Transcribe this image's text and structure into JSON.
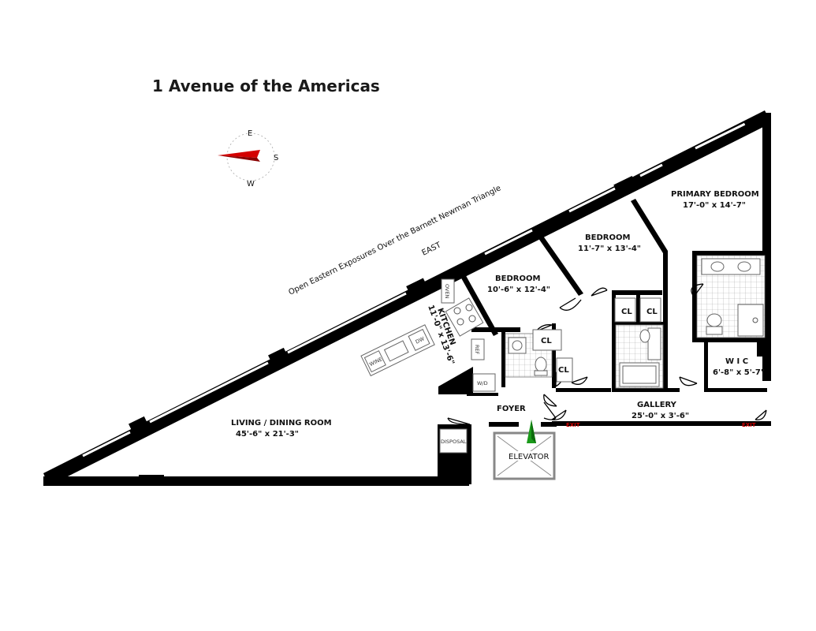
{
  "title": "1 Avenue of the Americas",
  "compass": {
    "labels": [
      "E",
      "S",
      "W"
    ],
    "needle_color": "#d40000"
  },
  "exposure_note": "Open Eastern Exposures Over the Barnett Newman Triangle",
  "east_label": "EAST",
  "rooms": {
    "primary_bedroom": {
      "name": "PRIMARY BEDROOM",
      "dims": "17'-0\" x 14'-7\""
    },
    "bedroom2": {
      "name": "BEDROOM",
      "dims": "11'-7\" x 13'-4\""
    },
    "bedroom1": {
      "name": "BEDROOM",
      "dims": "10'-6\" x 12'-4\""
    },
    "kitchen": {
      "name": "KITCHEN",
      "dims": "11'-0\" x 13'-6\""
    },
    "living": {
      "name": "LIVING / DINING ROOM",
      "dims": "45'-6\" x 21'-3\""
    },
    "wic": {
      "name": "W I C",
      "dims": "6'-8\" x 5'-7\""
    },
    "gallery": {
      "name": "GALLERY",
      "dims": "25'-0\" x 3'-6\""
    },
    "foyer": {
      "name": "FOYER"
    },
    "elevator": {
      "name": "ELEVATOR"
    },
    "disposal": {
      "name": "DISPOSAL"
    }
  },
  "fixtures": {
    "closet": "CL",
    "washer_dryer": "W/D",
    "oven": "OVEN",
    "refrigerator": "REF",
    "dishwasher": "DW",
    "wine": "WINE",
    "exit": "EXIT"
  },
  "entry_arrow_color": "#1a9a1a"
}
